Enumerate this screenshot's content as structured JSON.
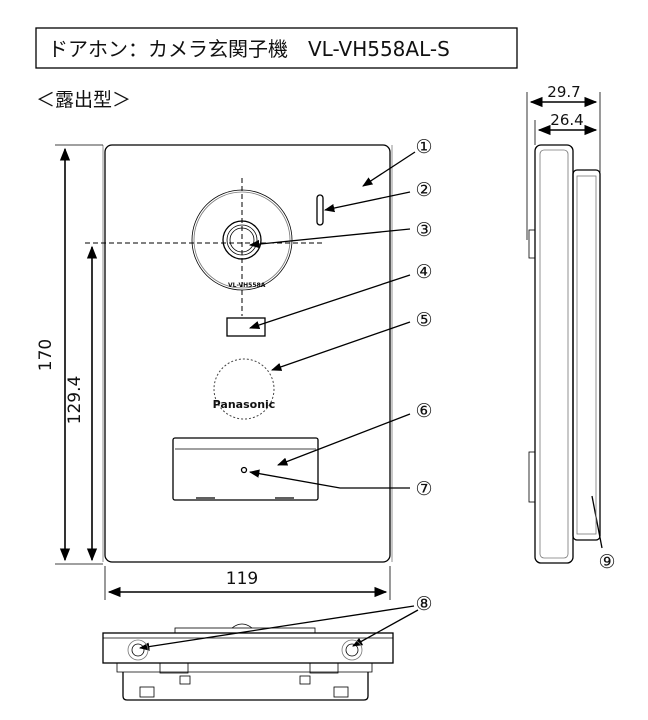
{
  "title": "ドアホン：カメラ玄関子機　VL-VH558AL-S",
  "mount_type": "＜露出型＞",
  "brand_logo": "Panasonic",
  "camera_model_label": "VL-VH558A",
  "dimensions": {
    "height": "170",
    "camera_height": "129.4",
    "width": "119",
    "depth_total": "29.7",
    "depth_body": "26.4"
  },
  "callouts": [
    "①",
    "②",
    "③",
    "④",
    "⑤",
    "⑥",
    "⑦",
    "⑧",
    "⑨"
  ]
}
